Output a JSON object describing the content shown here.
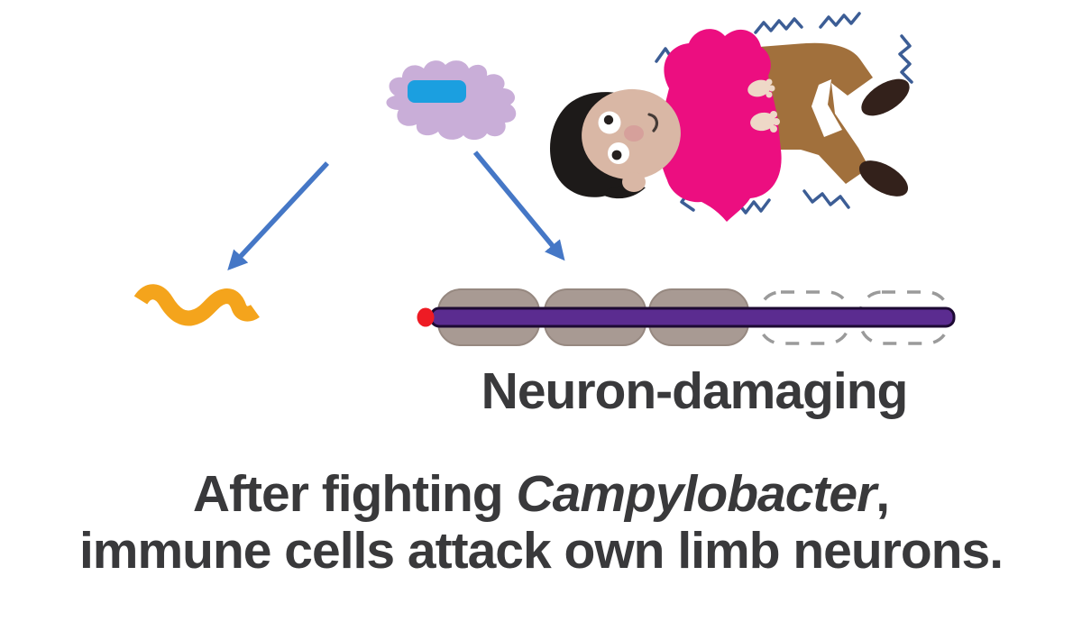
{
  "figure": {
    "immune_cell": {
      "body_color": "#c9aed8",
      "nucleus_color": "#1b9fe0"
    },
    "arrows": {
      "color": "#4577c6"
    },
    "bacterium": {
      "color": "#f4a41c"
    },
    "person": {
      "hair_color": "#1d1a19",
      "skin_color": "#d9b7a5",
      "hand_color": "#eed8c7",
      "blush_color": "#d6a09b",
      "eye_white": "#ffffff",
      "pupil_color": "#25201f",
      "shirt_color": "#ec0e80",
      "pants_color": "#a1703c",
      "shoe_color": "#33211b",
      "tremor_color": "#3c5d95"
    },
    "neuron": {
      "label": "Neuron-damaging",
      "axon_color": "#5b2c90",
      "axon_outline": "#1d0a33",
      "terminal_color": "#ee1b24",
      "myelin_color": "#a89a93",
      "myelin_border": "#968880",
      "damaged_outline": "#9a9a9a"
    }
  },
  "caption": {
    "line1_prefix": "After fighting ",
    "line1_emphasis": "Campylobacter",
    "line1_suffix": ",",
    "line2": "immune cells attack own limb neurons.",
    "text_color": "#39393b"
  }
}
